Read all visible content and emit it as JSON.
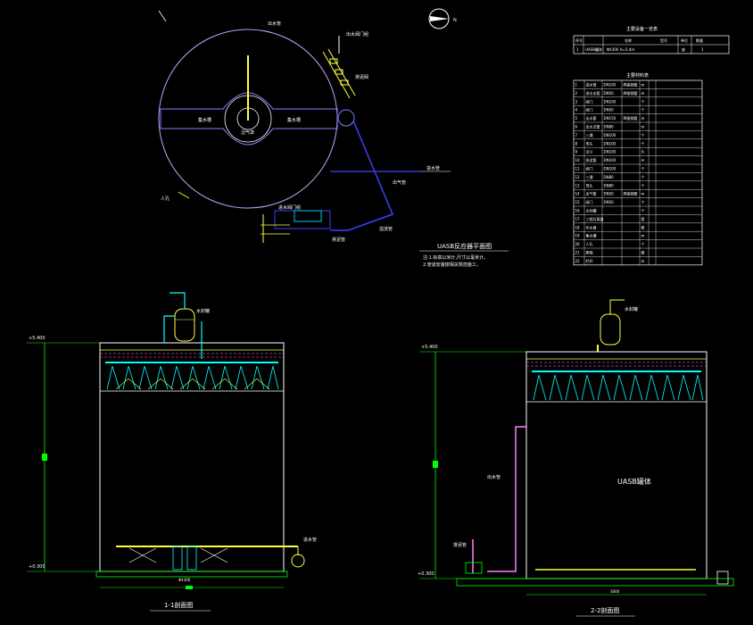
{
  "drawing": {
    "plan_title": "UASB反应器平面图",
    "plan_note_1": "注:1.标高以米计,尺寸以毫米计。",
    "plan_note_2": "2.管道安装按相关规范施工。",
    "section1_title": "1-1剖面图",
    "section2_title": "2-2剖面图",
    "tank_label": "UASB罐体",
    "compass_letter": "N",
    "dim_width_1": "Φ4300",
    "dim_width_2": "3000",
    "plan_labels": {
      "top_pipe": "出水管",
      "valve_group_top": "出水阀门组",
      "side_valve": "排泥阀",
      "right_pipe": "进水管",
      "right_pipe_2": "出气管",
      "left_mark": "人孔",
      "bottom_valves": "进水阀门组",
      "bottom_right": "排泥管",
      "center": "沼气罩",
      "left_channel": "集水槽",
      "right_channel": "集水槽",
      "down_pipe": "溢流管"
    },
    "section_labels": {
      "elev_top_1": "+5.400",
      "elev_bot_1": "+0.300",
      "elev_top_2": "+5.400",
      "elev_bot_2": "+0.300",
      "gas_1": "水封罐",
      "gas_2": "水封罐",
      "feed_label": "进水管",
      "side_label_2": "出水管",
      "side_label_2b": "排泥管"
    }
  },
  "table1": {
    "title": "主要设备一览表",
    "header": [
      "序号",
      "名称",
      "型号",
      "单位",
      "数量"
    ],
    "row": [
      "1",
      "UASB罐体",
      "Φ4300 H=5.4m",
      "座",
      "1"
    ]
  },
  "table2": {
    "title": "主要材料表",
    "rows": [
      [
        "1",
        "进水管",
        "DN100",
        "焊接钢管",
        "m",
        "",
        ""
      ],
      [
        "2",
        "进水支管",
        "DN50",
        "焊接钢管",
        "m",
        "",
        ""
      ],
      [
        "3",
        "阀门",
        "DN100",
        "",
        "个",
        "",
        ""
      ],
      [
        "4",
        "阀门",
        "DN50",
        "",
        "个",
        "",
        ""
      ],
      [
        "5",
        "出水管",
        "DN150",
        "焊接钢管",
        "m",
        "",
        ""
      ],
      [
        "6",
        "出水支管",
        "DN80",
        "",
        "m",
        "",
        ""
      ],
      [
        "7",
        "三通",
        "DN100",
        "",
        "个",
        "",
        ""
      ],
      [
        "8",
        "弯头",
        "DN100",
        "",
        "个",
        "",
        ""
      ],
      [
        "9",
        "法兰",
        "DN100",
        "",
        "片",
        "",
        ""
      ],
      [
        "10",
        "排泥管",
        "DN100",
        "",
        "m",
        "",
        ""
      ],
      [
        "11",
        "阀门",
        "DN100",
        "",
        "个",
        "",
        ""
      ],
      [
        "12",
        "三通",
        "DN80",
        "",
        "个",
        "",
        ""
      ],
      [
        "13",
        "弯头",
        "DN80",
        "",
        "个",
        "",
        ""
      ],
      [
        "14",
        "出气管",
        "DN50",
        "焊接钢管",
        "m",
        "",
        ""
      ],
      [
        "15",
        "阀门",
        "DN50",
        "",
        "个",
        "",
        ""
      ],
      [
        "16",
        "水封罐",
        "",
        "",
        "个",
        "",
        ""
      ],
      [
        "17",
        "三相分离器",
        "",
        "",
        "套",
        "",
        ""
      ],
      [
        "18",
        "布水器",
        "",
        "",
        "套",
        "",
        ""
      ],
      [
        "19",
        "集水槽",
        "",
        "",
        "m",
        "",
        ""
      ],
      [
        "20",
        "人孔",
        "",
        "",
        "个",
        "",
        ""
      ],
      [
        "21",
        "爬梯",
        "",
        "",
        "套",
        "",
        ""
      ],
      [
        "22",
        "栏杆",
        "",
        "",
        "m",
        "",
        ""
      ]
    ]
  }
}
